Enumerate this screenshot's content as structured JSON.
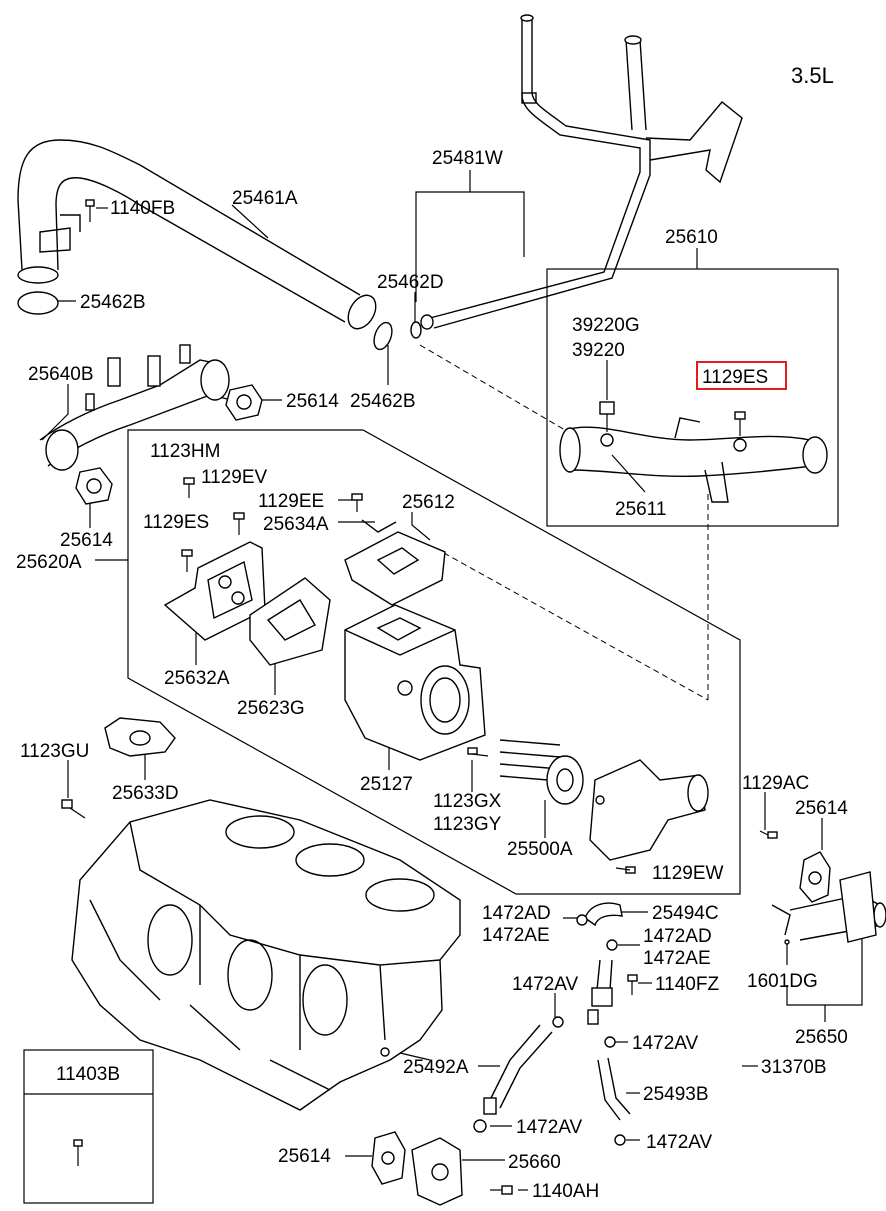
{
  "engine_label": "3.5L",
  "part_numbers": {
    "p25481W": "25481W",
    "p1140FB": "1140FB",
    "p25461A": "25461A",
    "p25610": "25610",
    "p25462D": "25462D",
    "p25462B_a": "25462B",
    "p39220G": "39220G",
    "p39220": "39220",
    "p1129ES_a": "1129ES",
    "p25640B": "25640B",
    "p25614_a": "25614",
    "p25462B_b": "25462B",
    "p25611": "25611",
    "p1123HM": "1123HM",
    "p1129EV": "1129EV",
    "p1129EE": "1129EE",
    "p25612": "25612",
    "p25634A": "25634A",
    "p1129ES_b": "1129ES",
    "p25614_b": "25614",
    "p25620A": "25620A",
    "p25632A": "25632A",
    "p25623G": "25623G",
    "p1123GU": "1123GU",
    "p25633D": "25633D",
    "p25127": "25127",
    "p1123GX": "1123GX",
    "p1123GY": "1123GY",
    "p25500A": "25500A",
    "p1129AC": "1129AC",
    "p25614_c": "25614",
    "p1129EW": "1129EW",
    "p1472AD_a": "1472AD",
    "p1472AE_a": "1472AE",
    "p25494C": "25494C",
    "p1472AD_b": "1472AD",
    "p1472AE_b": "1472AE",
    "p1472AV_a": "1472AV",
    "p1140FZ": "1140FZ",
    "p1601DG": "1601DG",
    "p1472AV_b": "1472AV",
    "p25650": "25650",
    "p25492A": "25492A",
    "p31370B": "31370B",
    "p25493B": "25493B",
    "p1472AV_c": "1472AV",
    "p1472AV_d": "1472AV",
    "p25614_d": "25614",
    "p25660": "25660",
    "p1140AH": "1140AH"
  },
  "legend_box": {
    "label": "11403B"
  },
  "highlight": {
    "part": "1129ES",
    "color": "#e31b1b"
  }
}
